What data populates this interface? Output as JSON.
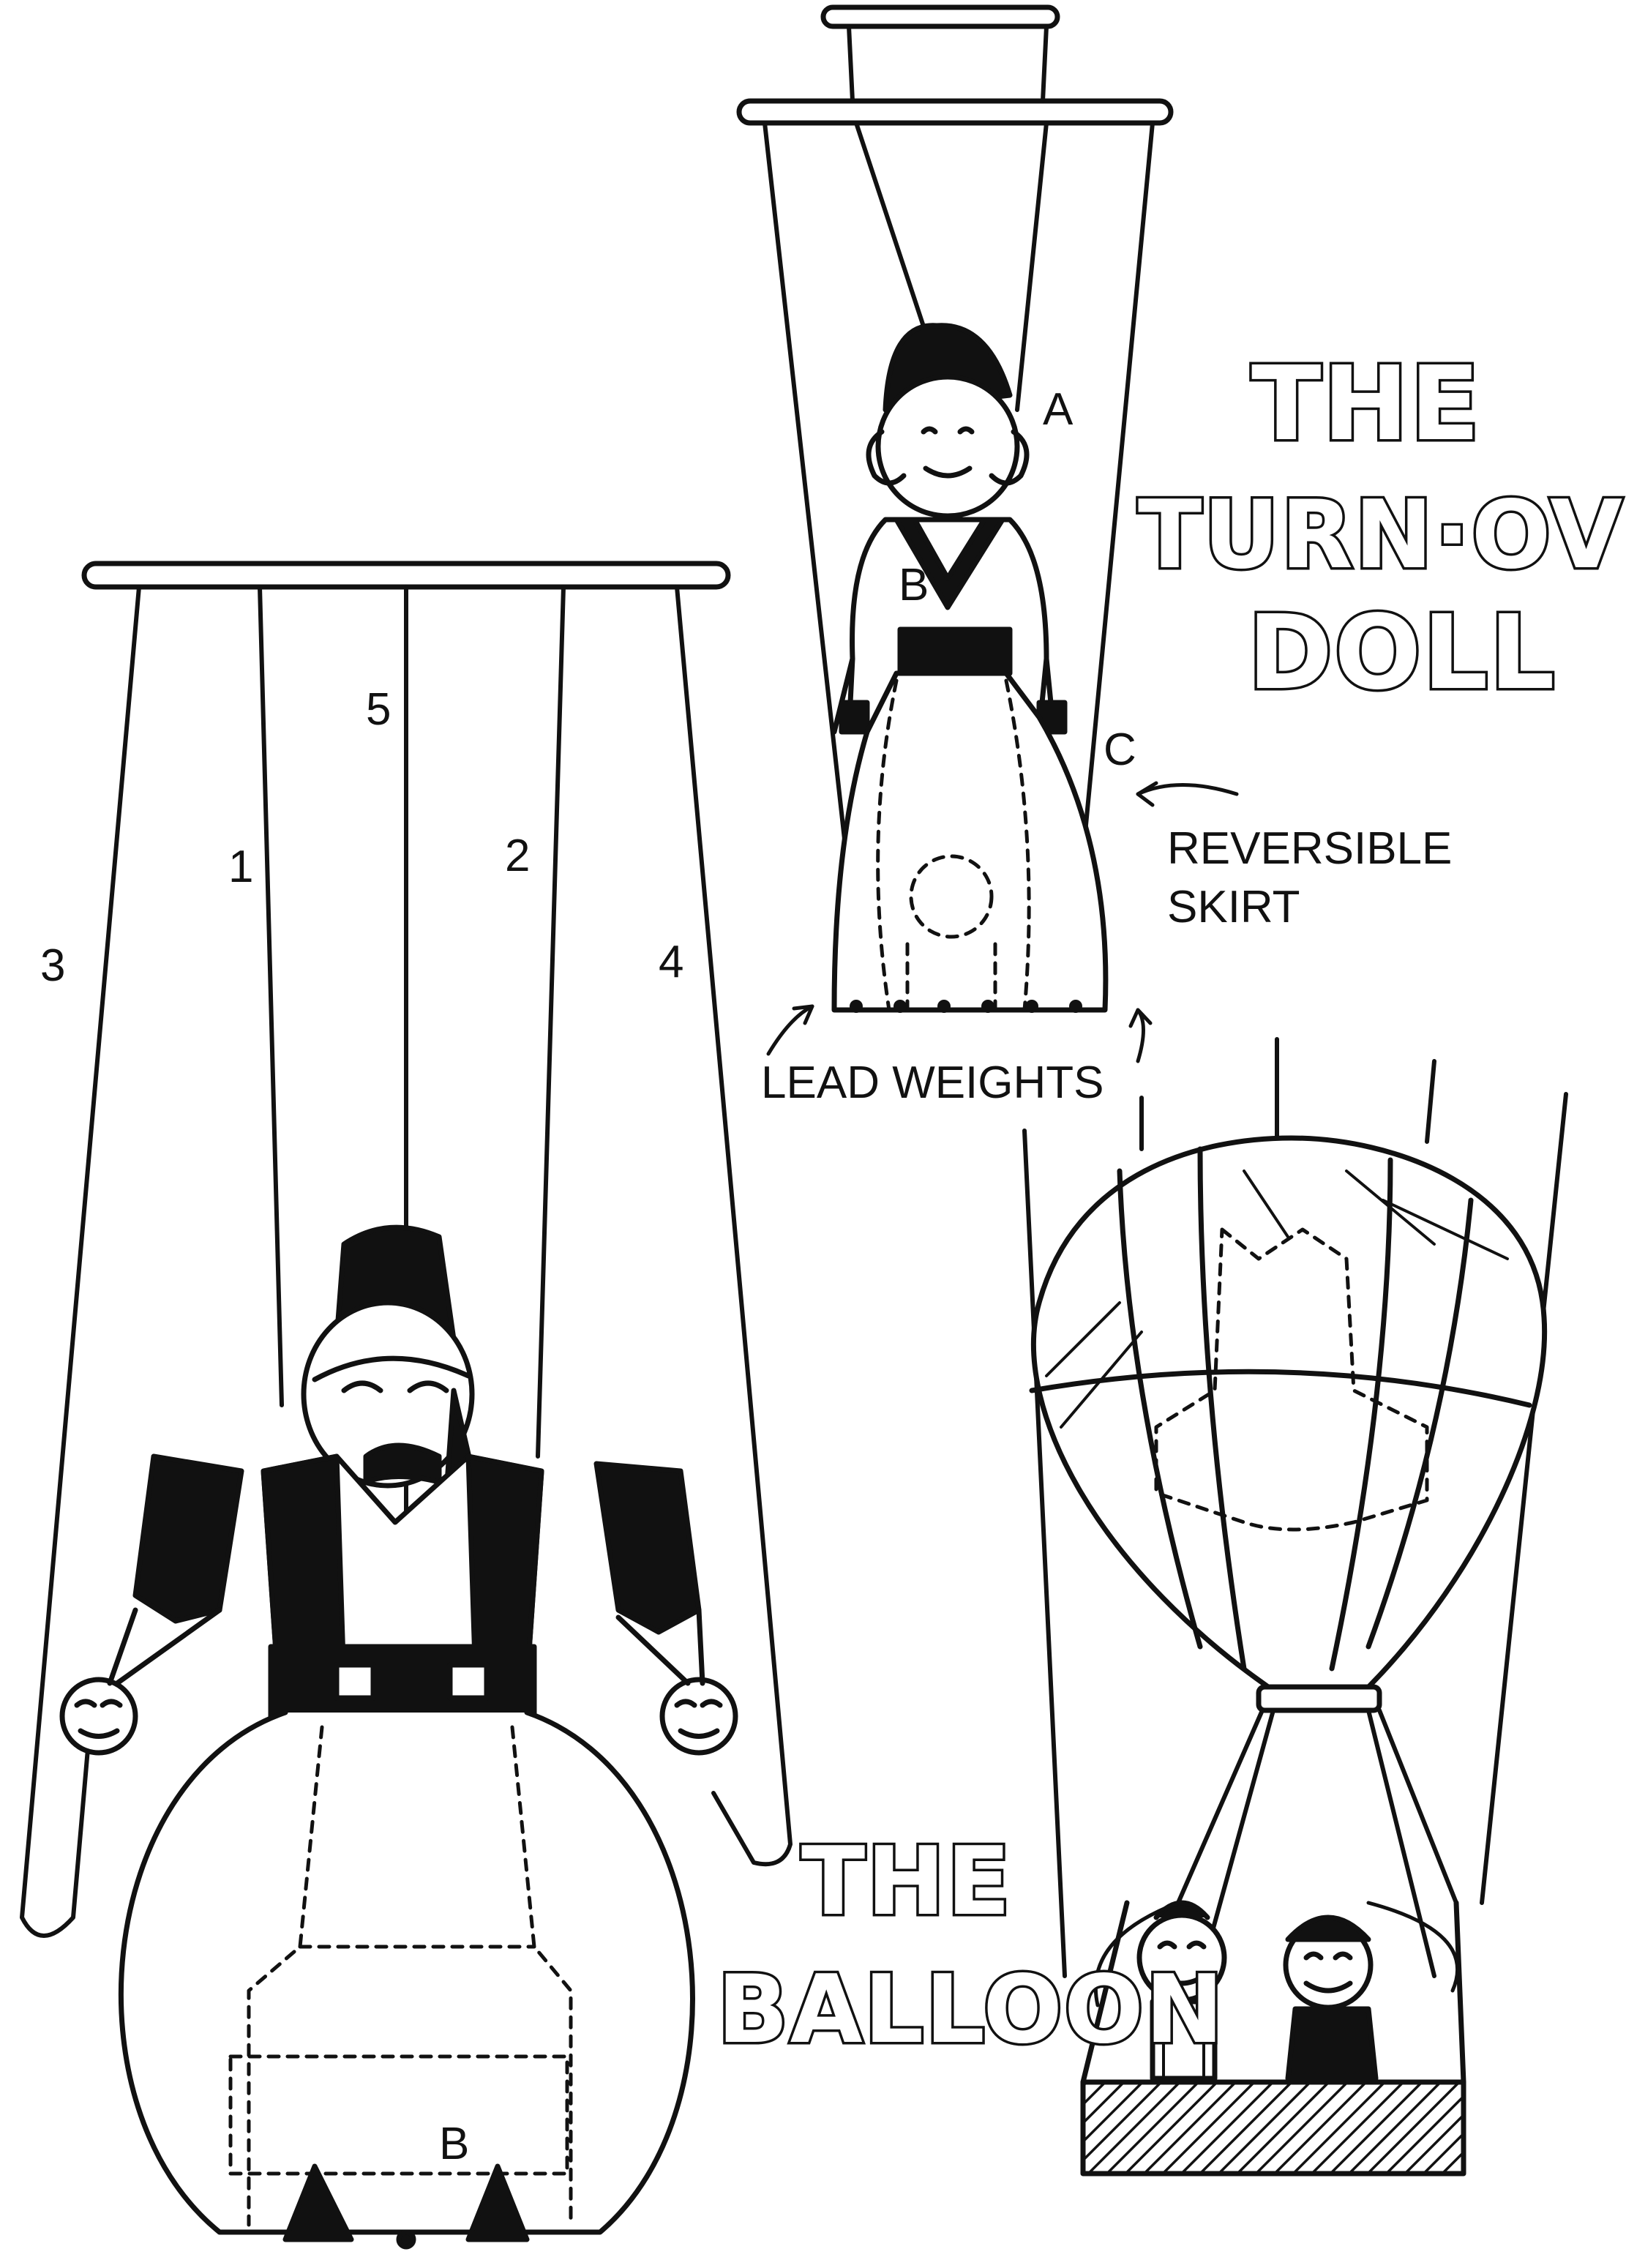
{
  "titles": {
    "turnover_line1": "THE",
    "turnover_line2": "TURN·OVER",
    "turnover_line3": "DOLL",
    "balloon_line1": "THE",
    "balloon_line2": "BALLOON"
  },
  "labels": {
    "string_1": "1",
    "string_2": "2",
    "string_3": "3",
    "string_4": "4",
    "string_5": "5",
    "marionette_b": "B",
    "doll_a": "A",
    "doll_b": "B",
    "doll_c": "C",
    "reversible_skirt_1": "REVERSIBLE",
    "reversible_skirt_2": "SKIRT",
    "lead_weights": "LEAD WEIGHTS"
  },
  "colors": {
    "ink": "#111111",
    "paper": "#ffffff"
  }
}
